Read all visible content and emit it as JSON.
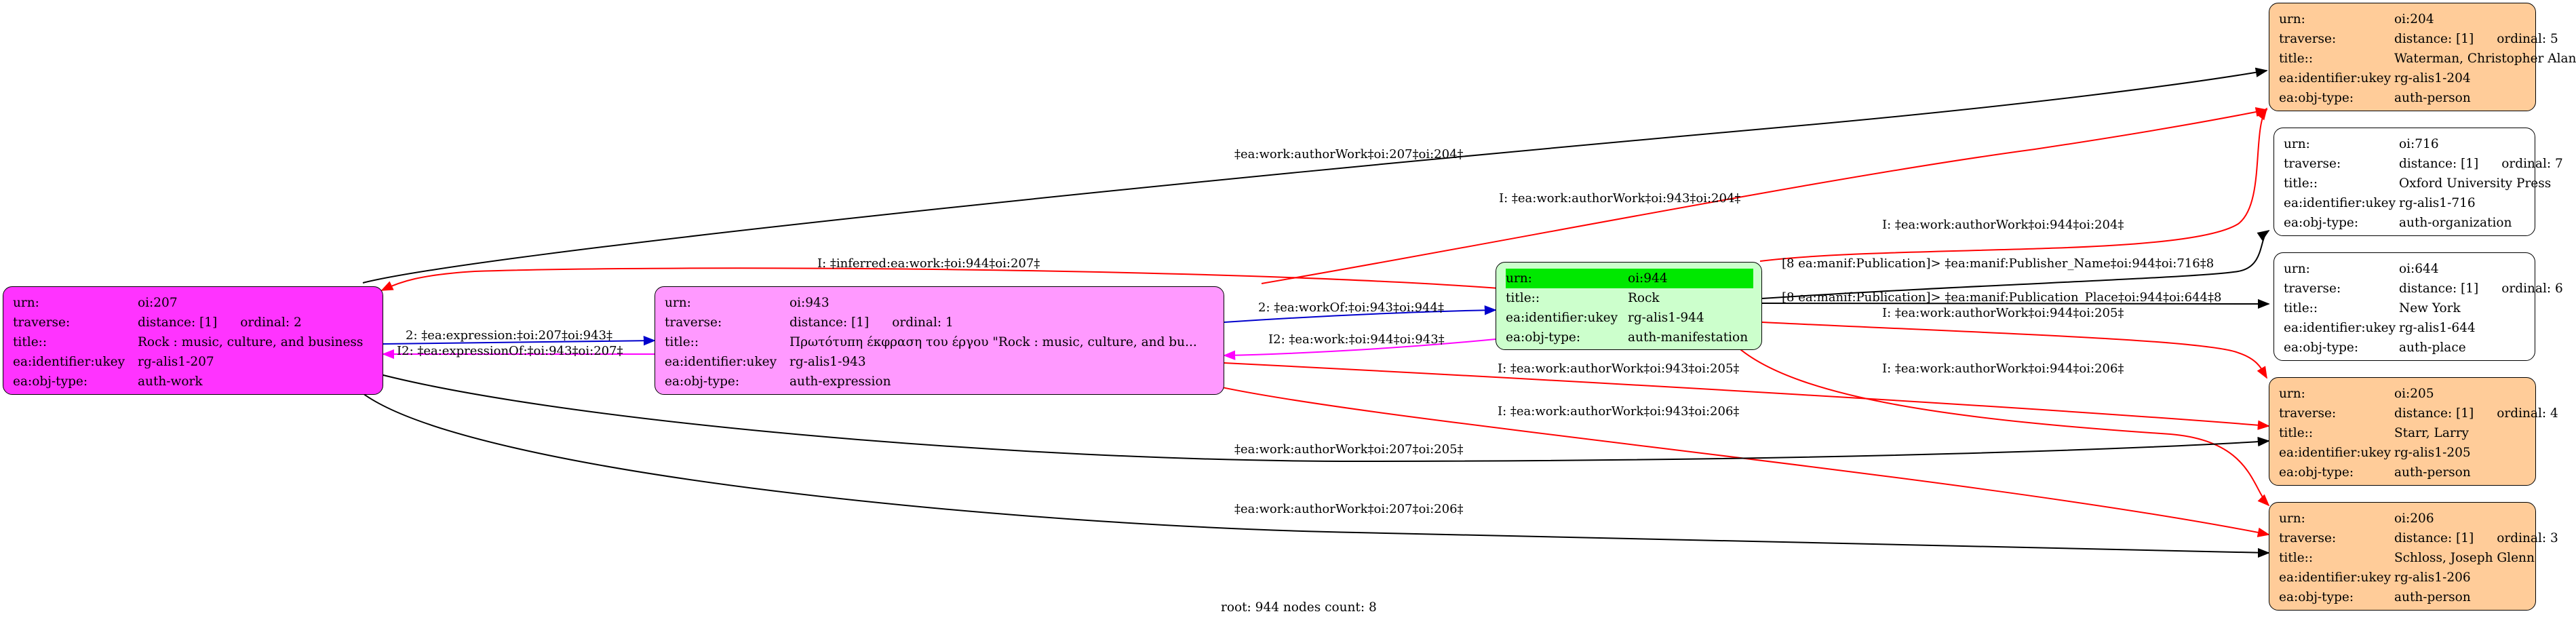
{
  "colors": {
    "work": "#ff33ff",
    "expression": "#ff99ff",
    "manifestation": "#ccffcc",
    "manifestation_highlight": "#00e800",
    "person": "#ffcc99",
    "other": "#ffffff",
    "edge_black": "#000000",
    "edge_red": "#ff0000",
    "edge_blue": "#0000cc",
    "edge_magenta": "#ff00ff"
  },
  "nodes": {
    "n207": {
      "urn": [
        "urn:",
        "oi:207"
      ],
      "traverse": [
        "traverse:",
        "distance: [1]",
        "ordinal: 2"
      ],
      "title": [
        "title::",
        "Rock : music, culture, and business"
      ],
      "ukey": [
        "ea:identifier:ukey",
        "rg-alis1-207"
      ],
      "type": [
        "ea:obj-type:",
        "auth-work"
      ]
    },
    "n943": {
      "urn": [
        "urn:",
        "oi:943"
      ],
      "traverse": [
        "traverse:",
        "distance: [1]",
        "ordinal: 1"
      ],
      "title": [
        "title::",
        "Πρωτότυπη έκφραση του έργου \"Rock : music, culture, and bu..."
      ],
      "ukey": [
        "ea:identifier:ukey",
        "rg-alis1-943"
      ],
      "type": [
        "ea:obj-type:",
        "auth-expression"
      ]
    },
    "n944": {
      "urn": [
        "urn:",
        "oi:944"
      ],
      "title": [
        "title::",
        "Rock"
      ],
      "ukey": [
        "ea:identifier:ukey",
        "rg-alis1-944"
      ],
      "type": [
        "ea:obj-type:",
        "auth-manifestation"
      ]
    },
    "n204": {
      "urn": [
        "urn:",
        "oi:204"
      ],
      "traverse": [
        "traverse:",
        "distance: [1]",
        "ordinal: 5"
      ],
      "title": [
        "title::",
        "Waterman, Christopher Alan"
      ],
      "ukey": [
        "ea:identifier:ukey",
        "rg-alis1-204"
      ],
      "type": [
        "ea:obj-type:",
        "auth-person"
      ]
    },
    "n716": {
      "urn": [
        "urn:",
        "oi:716"
      ],
      "traverse": [
        "traverse:",
        "distance: [1]",
        "ordinal: 7"
      ],
      "title": [
        "title::",
        "Oxford University Press"
      ],
      "ukey": [
        "ea:identifier:ukey",
        "rg-alis1-716"
      ],
      "type": [
        "ea:obj-type:",
        "auth-organization"
      ]
    },
    "n644": {
      "urn": [
        "urn:",
        "oi:644"
      ],
      "traverse": [
        "traverse:",
        "distance: [1]",
        "ordinal: 6"
      ],
      "title": [
        "title::",
        "New York"
      ],
      "ukey": [
        "ea:identifier:ukey",
        "rg-alis1-644"
      ],
      "type": [
        "ea:obj-type:",
        "auth-place"
      ]
    },
    "n205": {
      "urn": [
        "urn:",
        "oi:205"
      ],
      "traverse": [
        "traverse:",
        "distance: [1]",
        "ordinal: 4"
      ],
      "title": [
        "title::",
        "Starr, Larry"
      ],
      "ukey": [
        "ea:identifier:ukey",
        "rg-alis1-205"
      ],
      "type": [
        "ea:obj-type:",
        "auth-person"
      ]
    },
    "n206": {
      "urn": [
        "urn:",
        "oi:206"
      ],
      "traverse": [
        "traverse:",
        "distance: [1]",
        "ordinal: 3"
      ],
      "title": [
        "title::",
        "Schloss, Joseph Glenn"
      ],
      "ukey": [
        "ea:identifier:ukey",
        "rg-alis1-206"
      ],
      "type": [
        "ea:obj-type:",
        "auth-person"
      ]
    }
  },
  "edges": {
    "e207_204": "‡ea:work:authorWork‡oi:207‡oi:204‡",
    "e943_204": "I: ‡ea:work:authorWork‡oi:943‡oi:204‡",
    "e944_204": "I: ‡ea:work:authorWork‡oi:944‡oi:204‡",
    "e944_207": "I: ‡inferred:ea:work:‡oi:944‡oi:207‡",
    "e944_716": "[8 ea:manif:Publication]> ‡ea:manif:Publisher_Name‡oi:944‡oi:716‡8",
    "e944_644": "[8 ea:manif:Publication]> ‡ea:manif:Publication_Place‡oi:944‡oi:644‡8",
    "e944_205": "I: ‡ea:work:authorWork‡oi:944‡oi:205‡",
    "e207_943": "2: ‡ea:expression:‡oi:207‡oi:943‡",
    "e943_207": "I2: ‡ea:expressionOf:‡oi:943‡oi:207‡",
    "e943_944": "2: ‡ea:workOf:‡oi:943‡oi:944‡",
    "e944_943": "I2: ‡ea:work:‡oi:944‡oi:943‡",
    "e943_205": "I: ‡ea:work:authorWork‡oi:943‡oi:205‡",
    "e944_206": "I: ‡ea:work:authorWork‡oi:944‡oi:206‡",
    "e943_206": "I: ‡ea:work:authorWork‡oi:943‡oi:206‡",
    "e207_205": "‡ea:work:authorWork‡oi:207‡oi:205‡",
    "e207_206": "‡ea:work:authorWork‡oi:207‡oi:206‡"
  },
  "footer": "root: 944 nodes count: 8"
}
